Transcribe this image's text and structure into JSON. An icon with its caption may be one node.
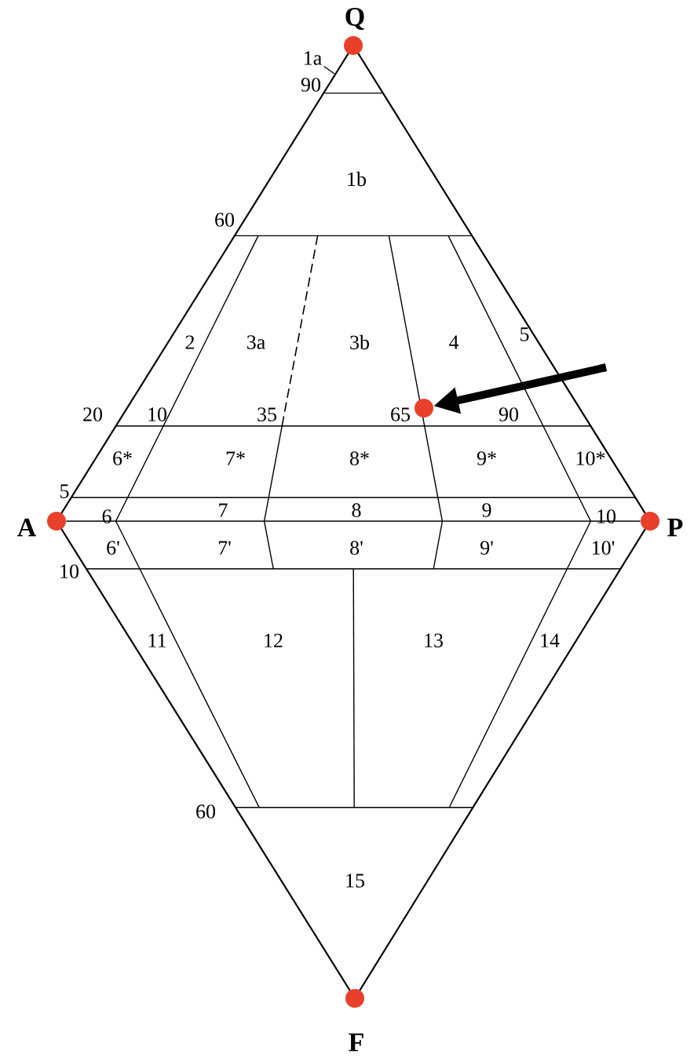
{
  "diagram": {
    "nodes": [
      {
        "text": [],
        "shape": "circle",
        "beside": [
          "Q"
        ]
      },
      {
        "text": [
          "1a"
        ]
      },
      {
        "text": [],
        "shape": "circle"
      },
      {
        "text": [],
        "shape": "circle",
        "beside": [
          "A"
        ]
      },
      {
        "text": [],
        "shape": "circle",
        "beside": [
          "P"
        ]
      },
      {
        "text": [],
        "shape": "circle",
        "beside": [
          "F"
        ]
      }
    ],
    "edges": [
      {
        "from": 1,
        "to": null,
        "arrow": "none"
      },
      {
        "from": null,
        "to": 2,
        "arrow": "to",
        "style": "thick"
      },
      {
        "from": 3,
        "to": 4,
        "arrow": "none"
      }
    ],
    "labels": [
      "90",
      "1b",
      "60",
      "2",
      "3a",
      "3b",
      "4",
      "5",
      "20",
      "10",
      "35",
      "65",
      "90",
      "6*",
      "7*",
      "8*",
      "9*",
      "10*",
      "5",
      "6",
      "7",
      "8",
      "9",
      "10",
      "10",
      "6'",
      "7'",
      "8'",
      "9'",
      "10'",
      "11",
      "12",
      "13",
      "14",
      "60",
      "15"
    ]
  }
}
